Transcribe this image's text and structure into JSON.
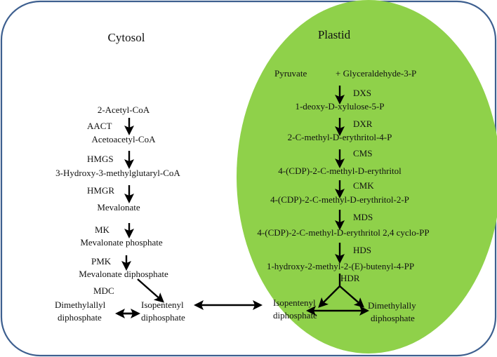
{
  "colors": {
    "frame_border": "#3d5f8f",
    "plastid_fill": "#8fd14a",
    "enzyme_highlight": "#e0211d",
    "text": "#111111",
    "arrow": "#000000"
  },
  "cytosol": {
    "title": "Cytosol",
    "metabolites": {
      "acetyl_coa": "2-Acetyl-CoA",
      "acetoacetyl_coa": "Acetoacetyl-CoA",
      "hmg_coa": "3-Hydroxy-3-methylglutaryl-CoA",
      "mevalonate": "Mevalonate",
      "mevalonate_phosphate": "Mevalonate phosphate",
      "mevalonate_diphosphate": "Mevalonate diphosphate",
      "dmapp_line1": "Dimethylallyl",
      "dmapp_line2": "diphosphate",
      "ipp_line1": "Isopentenyl",
      "ipp_line2": "diphosphate"
    },
    "enzymes": {
      "aact": "AACT",
      "hmgs": "HMGS",
      "hmgr": "HMGR",
      "mk": "MK",
      "pmk": "PMK",
      "mdc": "MDC"
    }
  },
  "plastid": {
    "title": "Plastid",
    "metabolites": {
      "pyruvate": "Pyruvate",
      "g3p": "+ Glyceraldehyde-3-P",
      "dxp": "1-deoxy-D-xylulose-5-P",
      "mep": "2-C-methyl-D-erythritol-4-P",
      "cdp_me": "4-(CDP)-2-C-methyl-D-erythritol",
      "cdp_mep": "4-(CDP)-2-C-methyl-D-erythritol-2-P",
      "mecpp": "4-(CDP)-2-C-methyl-D-erythritol 2,4 cyclo-PP",
      "hmbpp": "1-hydroxy-2-methyl-2-(E)-butenyl-4-PP",
      "ipp_line1": "Isopentenyl",
      "ipp_line2": "diphosphate",
      "dmapp_line1": "Dimethylally",
      "dmapp_line2": "diphosphate"
    },
    "enzymes": {
      "dxs": "DXS",
      "dxr": "DXR",
      "cms": "CMS",
      "cmk": "CMK",
      "mds": "MDS",
      "hds": "HDS",
      "hdr": "HDR"
    }
  }
}
